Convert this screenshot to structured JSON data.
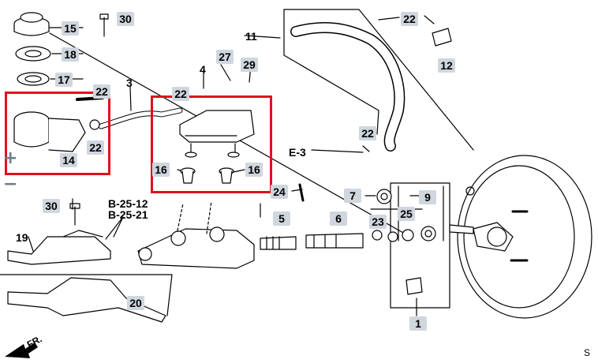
{
  "labels": {
    "p1": "1",
    "p3": "3",
    "p4": "4",
    "p5": "5",
    "p6": "6",
    "p7": "7",
    "p9": "9",
    "p11": "11",
    "p12": "12",
    "p14": "14",
    "p15": "15",
    "p16a": "16",
    "p16b": "16",
    "p17": "17",
    "p18": "18",
    "p19": "19",
    "p20": "20",
    "p22a": "22",
    "p22b": "22",
    "p22c": "22",
    "p22d": "22",
    "p23": "23",
    "p24": "24",
    "p25": "25",
    "p27": "27",
    "p29": "29",
    "p30a": "30",
    "p30b": "30",
    "ref1": "B-25-12",
    "ref2": "B-25-21",
    "ref3": "E-3",
    "fr": "FR.",
    "corner": "S"
  },
  "zoom": {
    "in": "+",
    "out": "−"
  },
  "colors": {
    "highlight": "#e0101e",
    "tag_bg": "#cfd6de"
  },
  "icons": [
    "zoom-in-icon",
    "zoom-out-icon",
    "front-arrow-icon"
  ]
}
